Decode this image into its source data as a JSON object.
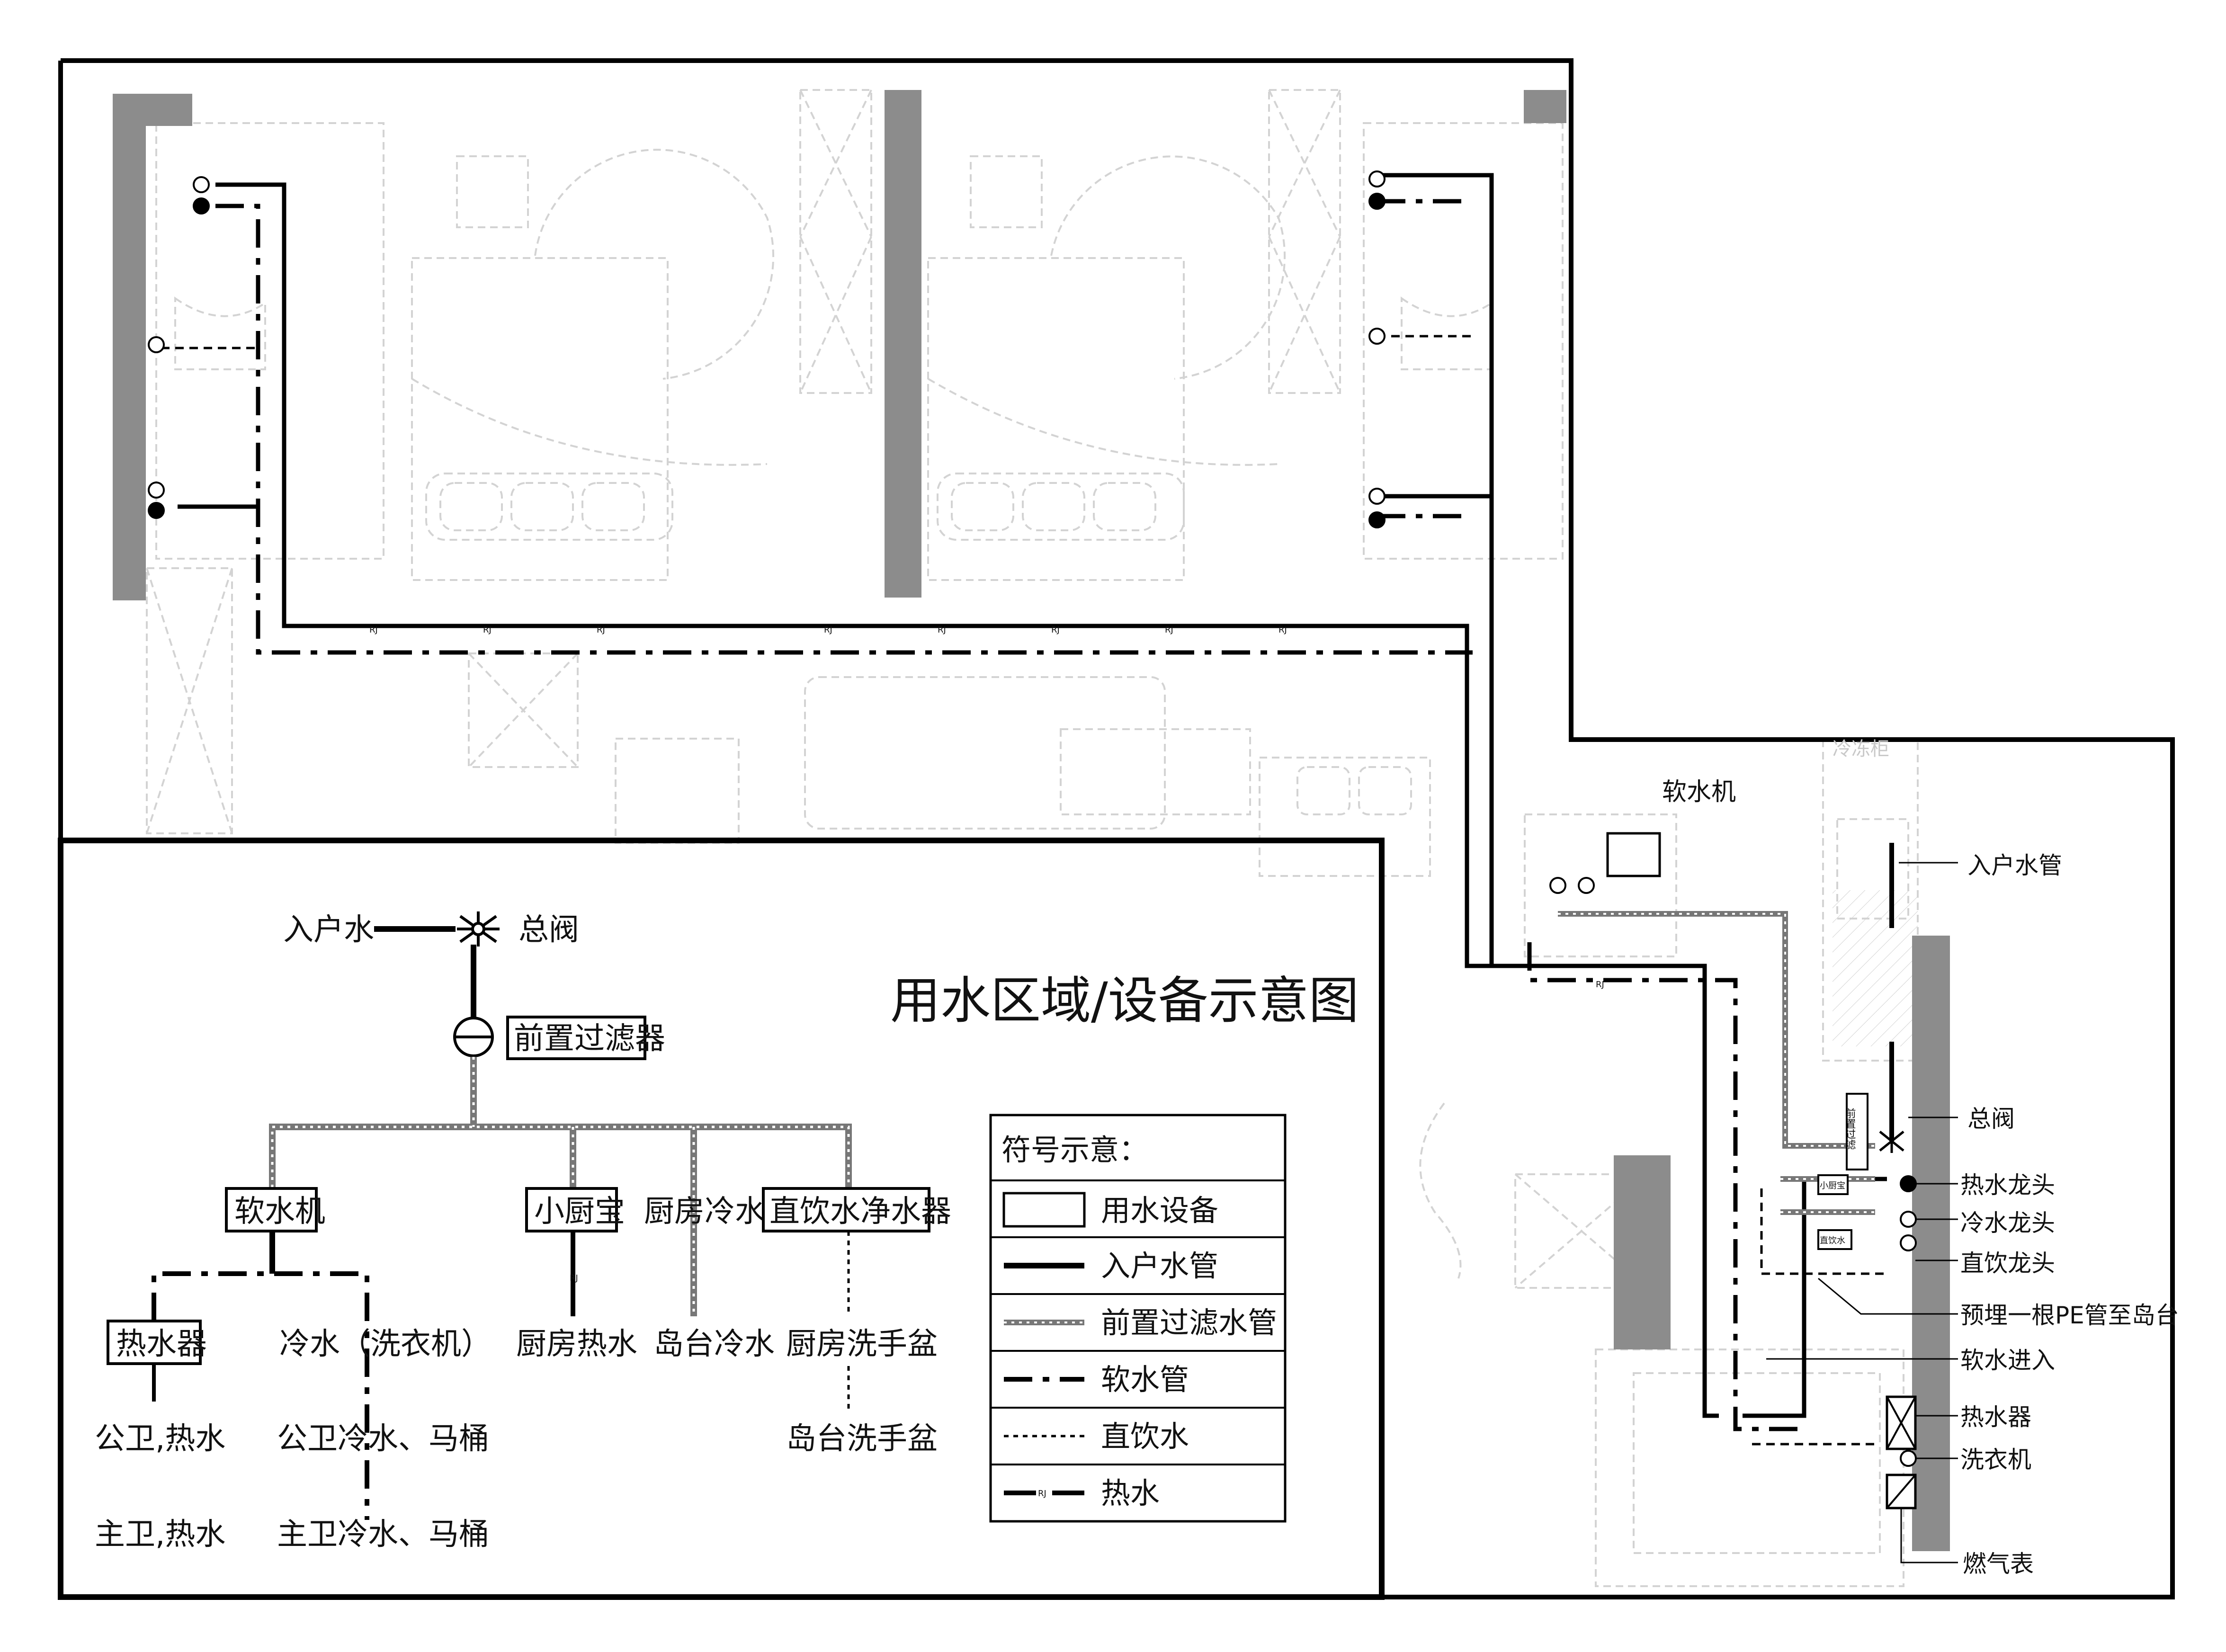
{
  "main_title": "用水区域/设备示意图",
  "schematic": {
    "source": "入户水",
    "main_valve": "总阀",
    "prefilter": "前置过滤器",
    "branches": {
      "softener": "软水机",
      "mini_heater": "小厨宝",
      "kitchen_cold": "厨房冷水",
      "purifier": "直饮水净水器"
    },
    "water_heater": "热水器",
    "cold_washer": "冷水（洗衣机）",
    "kitchen_hot": "厨房热水",
    "island_cold": "岛台冷水",
    "kitchen_basin": "厨房洗手盆",
    "island_basin": "岛台洗手盆",
    "public_bath_hot": "公卫,热水",
    "master_bath_hot": "主卫,热水",
    "public_bath_cold": "公卫冷水、马桶",
    "master_bath_cold": "主卫冷水、马桶"
  },
  "legend": {
    "title": "符号示意：",
    "items": [
      {
        "key": "device",
        "label": "用水设备"
      },
      {
        "key": "inlet",
        "label": "入户水管"
      },
      {
        "key": "prefilter",
        "label": "前置过滤水管"
      },
      {
        "key": "soft",
        "label": "软水管"
      },
      {
        "key": "direct",
        "label": "直饮水"
      },
      {
        "key": "hot",
        "label": "热水"
      }
    ],
    "hot_tag": "RJ"
  },
  "plan_labels": {
    "softener": "软水机",
    "fridge": "冷冻柜",
    "inlet_pipe": "入户水管",
    "main_valve": "总阀",
    "hot_tap": "热水龙头",
    "cold_tap": "冷水龙头",
    "direct_tap": "直饮龙头",
    "pe_pipe": "预埋一根PE管至岛台",
    "soft_in": "软水进入",
    "heater": "热水器",
    "washer": "洗衣机",
    "gas_meter": "燃气表",
    "box_filter": "前置过滤",
    "box_mini": "小厨宝",
    "box_direct": "直饮水",
    "pipe_tag": "RJ"
  }
}
